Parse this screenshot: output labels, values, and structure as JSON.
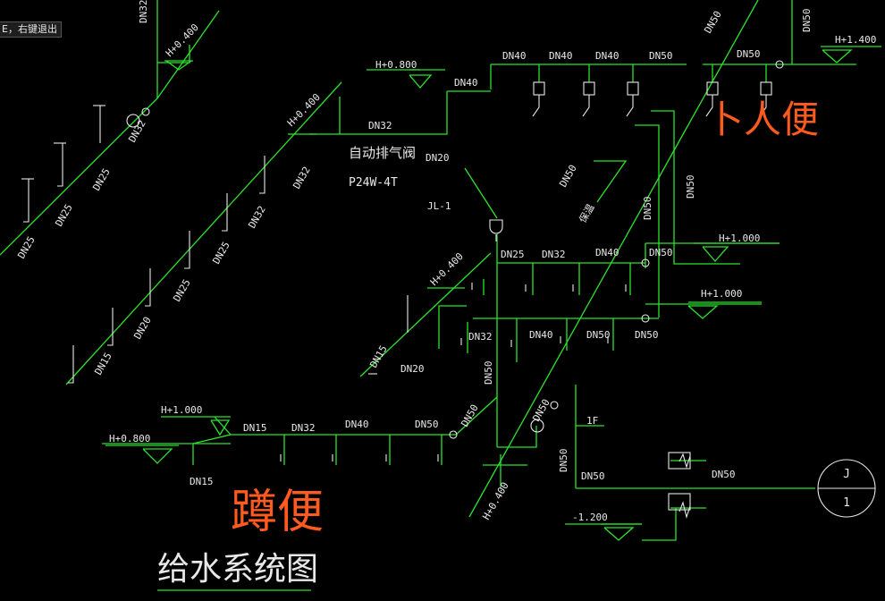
{
  "status_tip": "E，右键退出",
  "drawing_title": "给水系统图",
  "valve_label": "自动排气阀",
  "valve_model": "P24W-4T",
  "riser_label": "JL-1",
  "floor_label": "1F",
  "axis_letter": "J",
  "axis_number": "1",
  "handwriting_top": "卜人便",
  "handwriting_bottom": "蹲便",
  "elevations": {
    "h_0400_a": "H+0.400",
    "h_0400_b": "H+0.400",
    "h_0400_c": "H+0.400",
    "h_0400_d": "H+0.400",
    "h_0800_a": "H+0.800",
    "h_0800_b": "H+0.800",
    "h_1000_a": "H+1.000",
    "h_1000_b": "H+1.000",
    "h_1000_c": "H+1.000",
    "h_1400": "H+1.400",
    "minus_1200": "-1.200"
  },
  "pipe_labels": {
    "top_dn32": "DN32",
    "dn32_diag": "DN32",
    "dn25_a": "DN25",
    "dn25_b": "DN25",
    "dn25_c": "DN25",
    "dn32_mid": "DN32",
    "dn32_mid2": "DN32",
    "dn25_d": "DN25",
    "dn25_e": "DN25",
    "dn20_a": "DN20",
    "dn15_a": "DN15",
    "dn32_branch": "DN32",
    "dn40_1": "DN40",
    "dn40_2": "DN40",
    "dn40_3": "DN40",
    "dn50_top": "DN50",
    "dn50_top2": "DN50",
    "dn40_vent": "DN40",
    "dn20_vent": "DN20",
    "dn50_diag_top": "DN50",
    "dn50_diag_mid": "DN50",
    "dn50_right_v": "DN50",
    "dn50_riser_v": "DN50",
    "dn50_far_top": "DN50",
    "dn25_r1": "DN25",
    "dn32_r1": "DN32",
    "dn40_r1": "DN40",
    "dn50_r1": "DN50",
    "dn32_r2": "DN32",
    "dn40_r2": "DN40",
    "dn50_r2": "DN50",
    "dn50_r2b": "DN50",
    "dn15_mid": "DN15",
    "dn20_mid": "DN20",
    "dn50_main_v": "DN50",
    "dn15_b1": "DN15",
    "dn32_b1": "DN32",
    "dn40_b1": "DN40",
    "dn50_b1": "DN50",
    "dn50_b1_diag": "DN50",
    "dn15_b2": "DN15",
    "dn50_meter": "DN50",
    "dn50_out_v": "DN50",
    "dn50_out_h": "DN50",
    "dn50_out_h2": "DN50",
    "diag_cn": "保温"
  }
}
